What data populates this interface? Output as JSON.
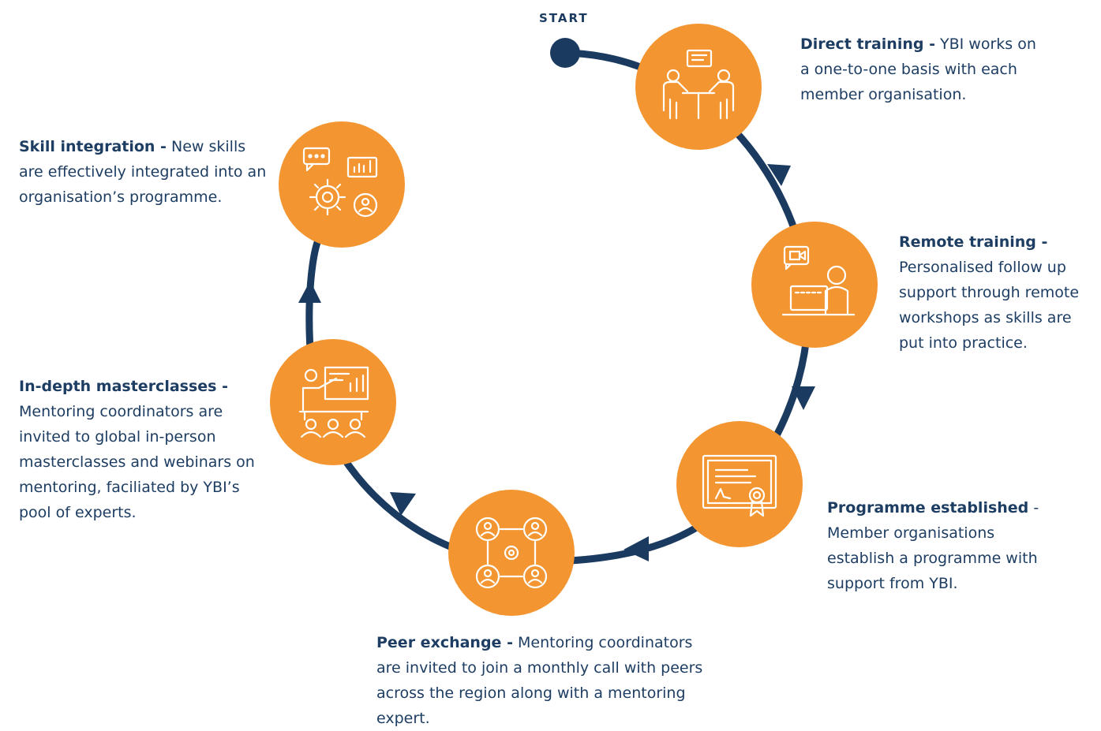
{
  "start_label": "START",
  "colors": {
    "node": "#f39632",
    "path": "#1a3a60",
    "text": "#1d3d62"
  },
  "steps": [
    {
      "title": "Direct training -",
      "body": "YBI works on a one-to-one basis with each member organisation.",
      "icon": "meeting-icon"
    },
    {
      "title": "Remote training -",
      "body": "Personalised follow up support through remote workshops as skills are put into practice.",
      "icon": "video-call-icon"
    },
    {
      "title": "Programme established",
      "body": "- Member organisations establish a programme with support from YBI.",
      "icon": "certificate-icon"
    },
    {
      "title": "Peer exchange -",
      "body": "Mentoring coordinators are invited to join a monthly call with peers across the region along with a mentoring expert.",
      "icon": "network-icon"
    },
    {
      "title": "In-depth masterclasses -",
      "body": "Mentoring coordinators are invited to global in-person masterclasses and webinars on mentoring, faciliated by YBI’s pool of experts.",
      "icon": "presentation-icon"
    },
    {
      "title": "Skill integration -",
      "body": "New skills are effectively integrated into an organisation’s programme.",
      "icon": "gear-chart-icon"
    }
  ]
}
